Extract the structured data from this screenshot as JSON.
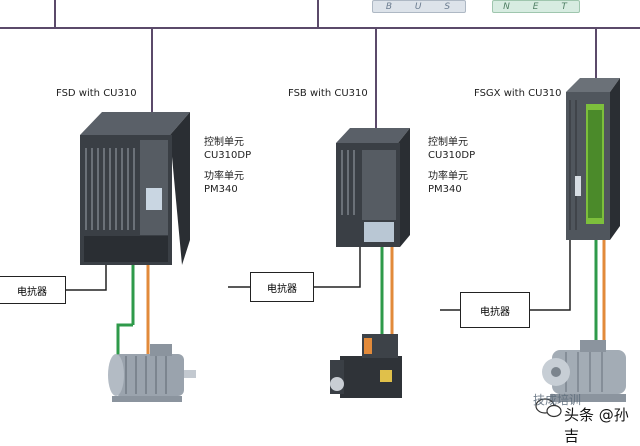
{
  "bus": {
    "bus_badge": "B U S",
    "net_badge": "N E T"
  },
  "drives": [
    {
      "model": "FSD with CU310",
      "control_unit_label": "控制单元",
      "control_unit": "CU310DP",
      "power_unit_label": "功率单元",
      "power_unit": "PM340",
      "reactor": "电抗器"
    },
    {
      "model": "FSB with CU310",
      "control_unit_label": "控制单元",
      "control_unit": "CU310DP",
      "power_unit_label": "功率单元",
      "power_unit": "PM340",
      "reactor": "电抗器"
    },
    {
      "model": "FSGX with CU310",
      "reactor": "电抗器"
    }
  ],
  "watermark": {
    "text": "头条 @孙吉",
    "overlay": "技成培训"
  },
  "colors": {
    "line": "#5b4a6a",
    "cable_green": "#2e9a4a",
    "cable_orange": "#e28a3a",
    "drive_dark": "#3a3f45",
    "drive_light": "#6b7178",
    "motor": "#9aa3ad",
    "accent_green": "#7dbf3c"
  }
}
